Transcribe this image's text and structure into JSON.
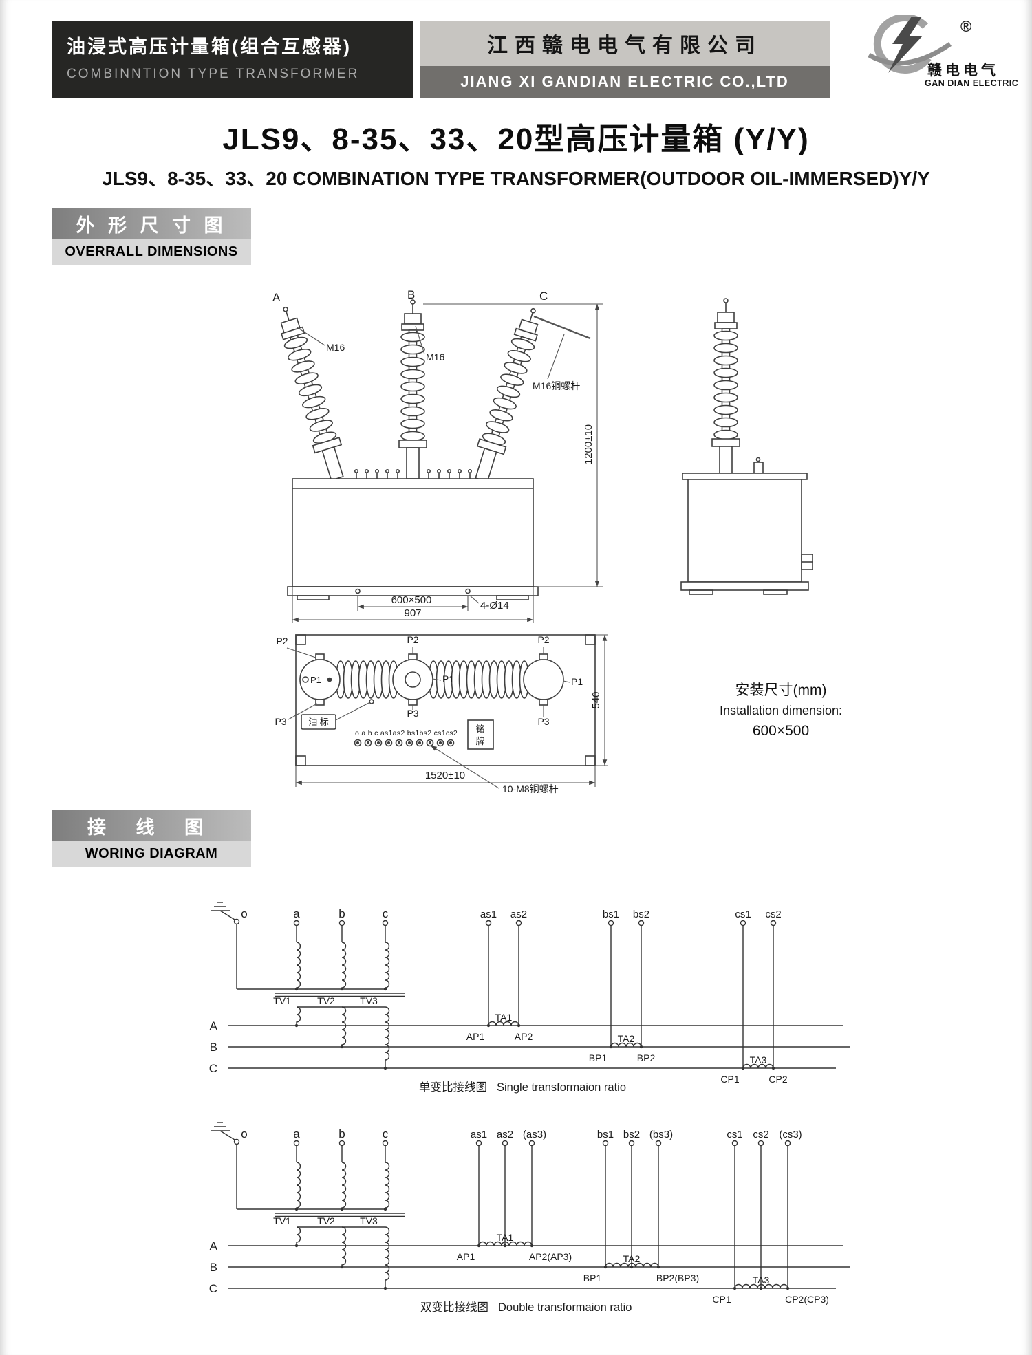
{
  "header": {
    "product_cn": "油浸式高压计量箱(组合互感器)",
    "product_en": "COMBINNTION TYPE TRANSFORMER",
    "company_cn": "江西赣电电气有限公司",
    "company_en": "JIANG XI GANDIAN ELECTRIC CO.,LTD",
    "registered": "®",
    "logo_cn": "赣电电气",
    "logo_en": "GAN DIAN ELECTRIC"
  },
  "title": {
    "cn": "JLS9、8-35、33、20型高压计量箱 (Y/Y)",
    "en": "JLS9、8-35、33、20 COMBINATION TYPE TRANSFORMER(OUTDOOR OIL-IMMERSED)Y/Y"
  },
  "badges": {
    "dims_cn": "外 形 尺 寸 图",
    "dims_en": "OVERRALL DIMENSIONS",
    "wiring_cn": "接 线 图",
    "wiring_en": "WORING DIAGRAM"
  },
  "outline": {
    "front": {
      "a": "A",
      "b": "B",
      "c": "C",
      "m16_a": "M16",
      "m16_b": "M16",
      "rod": "M16铜螺杆",
      "h": "1200±10",
      "base": "600×500",
      "holes": "4-Ø14",
      "w": "907"
    },
    "top": {
      "p1": "P1",
      "p2": "P2",
      "p3": "P3",
      "oil": "油 标",
      "plate_1": "铭",
      "plate_2": "牌",
      "terms": "o a b c as1as2 bs1bs2 cs1cs2",
      "len": "1520±10",
      "depth": "540",
      "studs": "10-M8铜螺杆"
    },
    "install": {
      "l1": "安装尺寸(mm)",
      "l2": "Installation dimension:",
      "l3": "600×500"
    }
  },
  "w1": {
    "o": "o",
    "a": "a",
    "b": "b",
    "c": "c",
    "tv1": "TV1",
    "tv2": "TV2",
    "tv3": "TV3",
    "A": "A",
    "B": "B",
    "C": "C",
    "as1": "as1",
    "as2": "as2",
    "bs1": "bs1",
    "bs2": "bs2",
    "cs1": "cs1",
    "cs2": "cs2",
    "ta1": "TA1",
    "ta2": "TA2",
    "ta3": "TA3",
    "ap1": "AP1",
    "ap2": "AP2",
    "bp1": "BP1",
    "bp2": "BP2",
    "cp1": "CP1",
    "cp2": "CP2",
    "cap_cn": "单变比接线图",
    "cap_en": "Single transformaion ratio"
  },
  "w2": {
    "o": "o",
    "a": "a",
    "b": "b",
    "c": "c",
    "tv1": "TV1",
    "tv2": "TV2",
    "tv3": "TV3",
    "A": "A",
    "B": "B",
    "C": "C",
    "as1": "as1",
    "as2": "as2",
    "as3": "(as3)",
    "bs1": "bs1",
    "bs2": "bs2",
    "bs3": "(bs3)",
    "cs1": "cs1",
    "cs2": "cs2",
    "cs3": "(cs3)",
    "ta1": "TA1",
    "ta2": "TA2",
    "ta3": "TA3",
    "ap1": "AP1",
    "ap2": "AP2(AP3)",
    "bp1": "BP1",
    "bp2": "BP2(BP3)",
    "cp1": "CP1",
    "cp2": "CP2(CP3)",
    "cap_cn": "双变比接线图",
    "cap_en": "Double transformaion ratio"
  }
}
